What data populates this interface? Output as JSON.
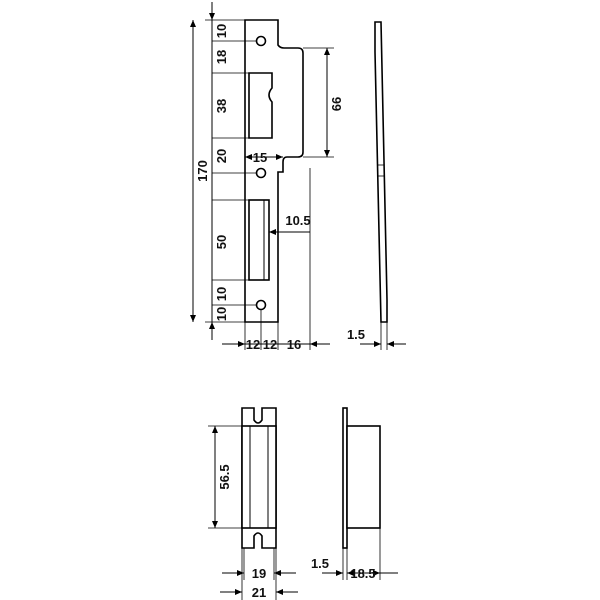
{
  "strike_plate": {
    "height": "170",
    "segments": [
      "10",
      "18",
      "38",
      "20",
      "50",
      "10",
      "10"
    ],
    "top_lip": "66",
    "lip_width": "15",
    "offset": "10.5",
    "widths": [
      "12",
      "12",
      "16"
    ],
    "thickness": "1.5"
  },
  "strike_box": {
    "height": "56.5",
    "inner_width": "19",
    "outer_width": "21",
    "plate_thickness": "1.5",
    "depth": "18.5"
  }
}
